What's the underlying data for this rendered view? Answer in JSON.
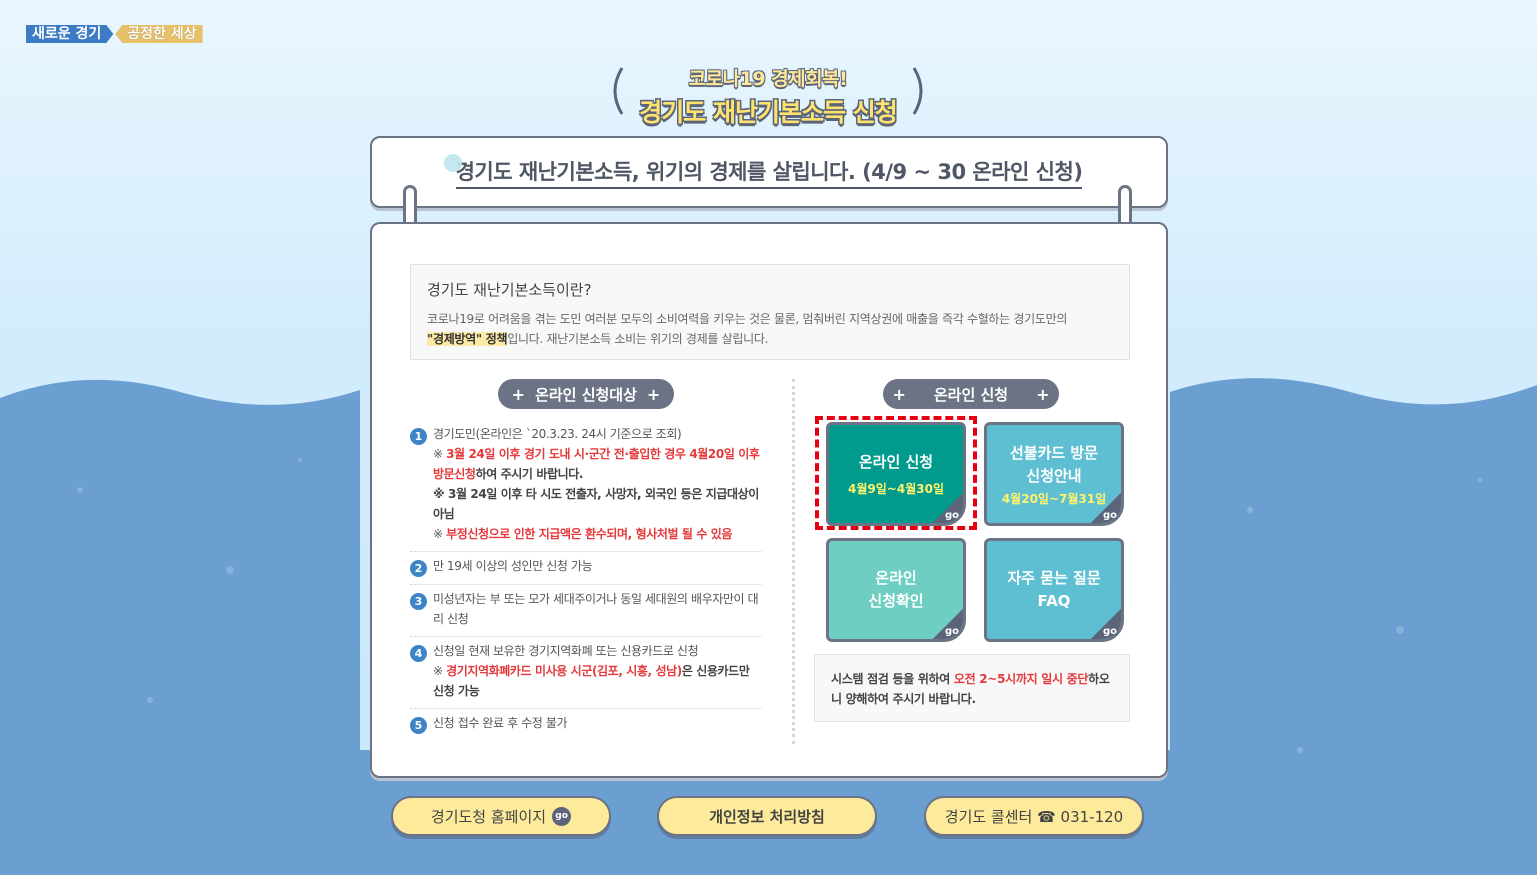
{
  "brand": {
    "left": "새로운 경기",
    "right": "공정한 세상"
  },
  "hero": {
    "sub": "코로나19 경제회복!",
    "main": "경기도 재난기본소득 신청"
  },
  "banner": {
    "text": "경기도 재난기본소득, 위기의 경제를 살립니다. (4/9 ~ 30 온라인 신청)"
  },
  "intro": {
    "title": "경기도 재난기본소득이란?",
    "line1": "코로나19로 어려움을 겪는 도민 여러분 모두의 소비여력을 키우는 것은 물론, 멈춰버린 지역상권에 매출을 즉각 수혈하는 경기도만의",
    "highlight": "\"경제방역\" 정책",
    "line2": "입니다. 재난기본소득 소비는 위기의 경제를 살립니다."
  },
  "left_pill": {
    "label": "온라인 신청대상",
    "plus": "+"
  },
  "right_pill": {
    "label": "온라인 신청",
    "plus": "+"
  },
  "eligibility": {
    "n1": "1",
    "n2": "2",
    "n3": "3",
    "n4": "4",
    "n5": "5",
    "i1_a": "경기도민(온라인은 `20.3.23. 24시 기준으로 조회)",
    "i1_b_mark": "※ ",
    "i1_b_red": "3월 24일 이후 경기 도내 시·군간 전·출입한 경우 4월20일 이후 방문신청",
    "i1_b_bold": "하여 주시기 바랍니다.",
    "i1_c": "※ 3월 24일 이후 타 시도 전출자, 사망자, 외국인 등은 지급대상이 아님",
    "i1_d_mark": "※ ",
    "i1_d_red": "부정신청으로 인한 지급액은 환수되며, 형사처벌 될 수 있음",
    "i2": "만 19세 이상의 성인만 신청 가능",
    "i3": "미성년자는 부 또는 모가 세대주이거나 동일 세대원의 배우자만이 대리 신청",
    "i4_a": "신청일 현재 보유한 경기지역화폐 또는 신용카드로 신청",
    "i4_b_mark": "※ ",
    "i4_b_red": "경기지역화폐카드 미사용 시군(김포, 시흥, 성남)",
    "i4_b_bold": "은 신용카드만 신청 가능",
    "i5": "신청 접수 완료 후 수정 불가"
  },
  "tiles": {
    "online_apply": {
      "title": "온라인 신청",
      "date": "4월9일~4월30일",
      "go": "go",
      "color": "#009b8c"
    },
    "prepaid_visit": {
      "title1": "선불카드 방문",
      "title2": "신청안내",
      "date": "4월20일~7월31일",
      "go": "go",
      "color": "#5fbfd2"
    },
    "online_check": {
      "title1": "온라인",
      "title2": "신청확인",
      "go": "go",
      "color": "#6ecec2"
    },
    "faq": {
      "title1": "자주 묻는 질문",
      "title2": "FAQ",
      "go": "go",
      "color": "#5fbfd2"
    }
  },
  "notice": {
    "a": "시스템 점검 등을 위하여 ",
    "red": "오전 2~5시까지 일시 중단",
    "b": "하오니 양해하여 주시기 바랍니다."
  },
  "footer": {
    "homepage": "경기도청 홈페이지",
    "homepage_go": "go",
    "privacy": "개인정보 처리방침",
    "callcenter": "경기도 콜센터 ☎ 031-120"
  },
  "colors": {
    "accent_red": "#e6393b",
    "frame": "#6b7384",
    "sea": "#6c9fd1",
    "footer_button": "#fdeb9b"
  }
}
